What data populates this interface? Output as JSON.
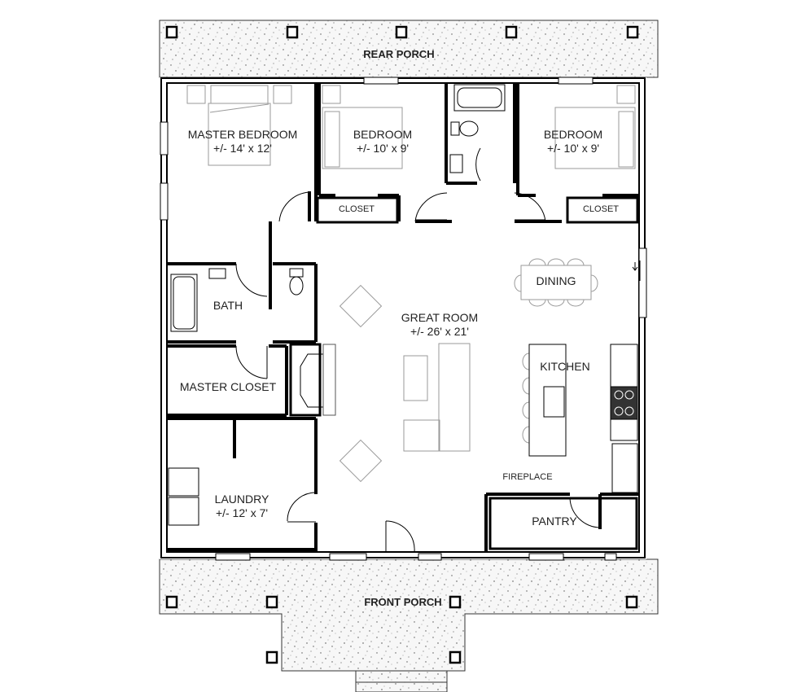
{
  "plan": {
    "rear_porch": "REAR PORCH",
    "front_porch": "FRONT PORCH",
    "rooms": {
      "master_bedroom": {
        "name": "MASTER BEDROOM",
        "size": "+/- 14' x 12'"
      },
      "bedroom_2": {
        "name": "BEDROOM",
        "size": "+/- 10' x 9'"
      },
      "bedroom_3": {
        "name": "BEDROOM",
        "size": "+/- 10' x 9'"
      },
      "closet_1": {
        "name": "CLOSET"
      },
      "closet_2": {
        "name": "CLOSET"
      },
      "bath": {
        "name": "BATH"
      },
      "master_closet": {
        "name": "MASTER CLOSET"
      },
      "laundry": {
        "name": "LAUNDRY",
        "size": "+/- 12' x 7'"
      },
      "great_room": {
        "name": "GREAT ROOM",
        "size": "+/- 26' x 21'"
      },
      "dining": {
        "name": "DINING"
      },
      "kitchen": {
        "name": "KITCHEN"
      },
      "fireplace": {
        "name": "FIREPLACE"
      },
      "pantry": {
        "name": "PANTRY"
      }
    },
    "colors": {
      "wall": "#000000",
      "furniture": "#9a9a9a",
      "porch_fill": "#f4f4f4"
    }
  }
}
